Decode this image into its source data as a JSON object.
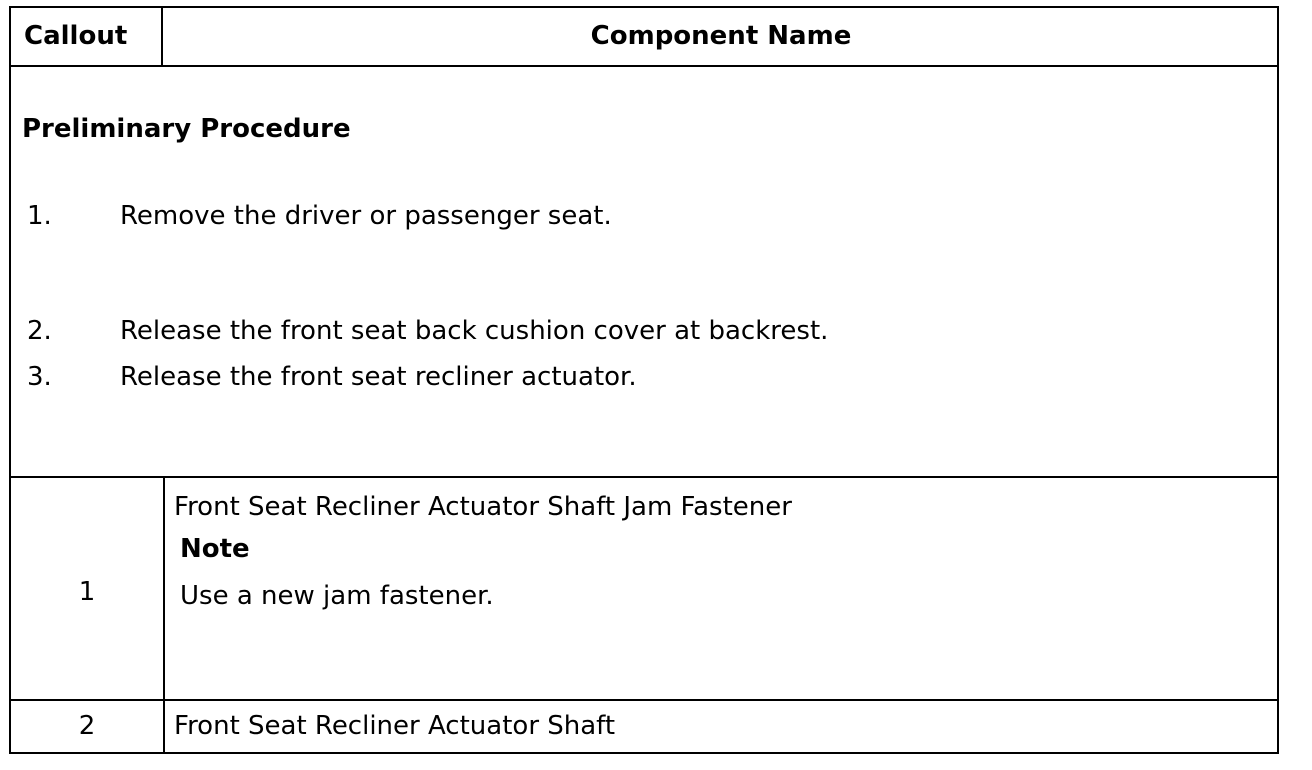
{
  "table": {
    "header": {
      "callout": "Callout",
      "component_name": "Component Name"
    },
    "preliminary": {
      "title": "Preliminary Procedure",
      "steps": [
        {
          "number": "1.",
          "text": "Remove the driver or passenger seat."
        },
        {
          "number": "2.",
          "text": "Release the front seat back cushion cover at backrest."
        },
        {
          "number": "3.",
          "text": "Release the front seat recliner actuator."
        }
      ]
    },
    "rows": [
      {
        "callout": "1",
        "name": "Front Seat Recliner Actuator Shaft Jam Fastener",
        "note_label": "Note",
        "note_text": "Use a new jam fastener."
      },
      {
        "callout": "2",
        "name": "Front Seat Recliner Actuator Shaft"
      }
    ]
  }
}
